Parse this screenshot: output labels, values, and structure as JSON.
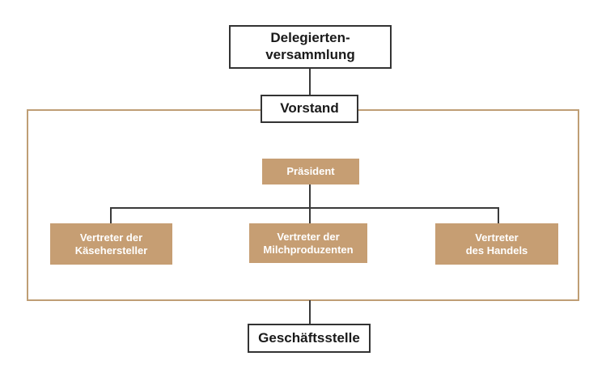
{
  "colors": {
    "node_fill_tan": "#c69e73",
    "container_border_tan": "#bf9e75",
    "node_border_dark": "#333333",
    "connector_line": "#3a3a3a",
    "text_on_white": "#1a1a1a",
    "text_on_tan": "#ffffff",
    "background": "#ffffff"
  },
  "org_chart": {
    "nodes": {
      "delegiertenversammlung": {
        "line1": "Delegierten-",
        "line2": "versammlung"
      },
      "vorstand": {
        "label": "Vorstand"
      },
      "praesident": {
        "label": "Präsident"
      },
      "vertreter_kaesehersteller": {
        "line1": "Vertreter der",
        "line2": "Käsehersteller"
      },
      "vertreter_milchproduzenten": {
        "line1": "Vertreter der",
        "line2": "Milchproduzenten"
      },
      "vertreter_handel": {
        "line1": "Vertreter",
        "line2": "des Handels"
      },
      "geschaeftsstelle": {
        "label": "Geschäftsstelle"
      }
    }
  }
}
